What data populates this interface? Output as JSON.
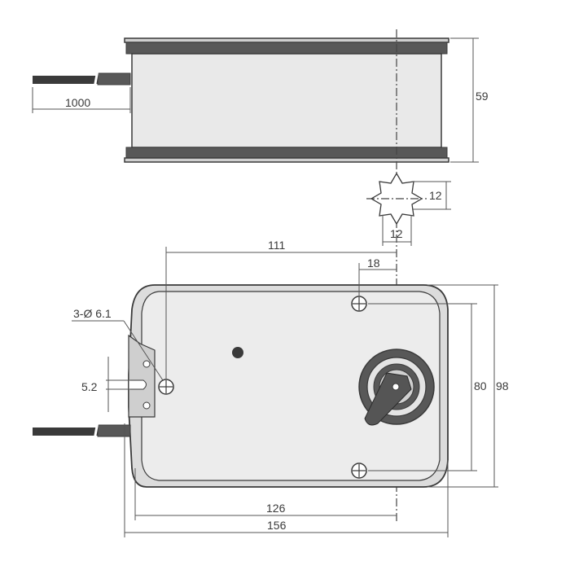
{
  "drawing": {
    "dimensions": {
      "cable_length": "1000",
      "height": "59",
      "shaft_width_vertical": "12",
      "shaft_width_horizontal": "12",
      "hole_to_axis": "111",
      "hole_offset": "18",
      "hole_label": "3-Ø 6.1",
      "slot_width": "5.2",
      "hole_spacing": "80",
      "body_height": "98",
      "hole_span": "126",
      "overall_length": "156"
    },
    "colors": {
      "body_fill": "#e9e9e9",
      "body_stroke": "#3a3a3a",
      "band_fill": "#585858",
      "hub_fill": "#585858",
      "dimension_text": "#3a3a3a"
    }
  }
}
